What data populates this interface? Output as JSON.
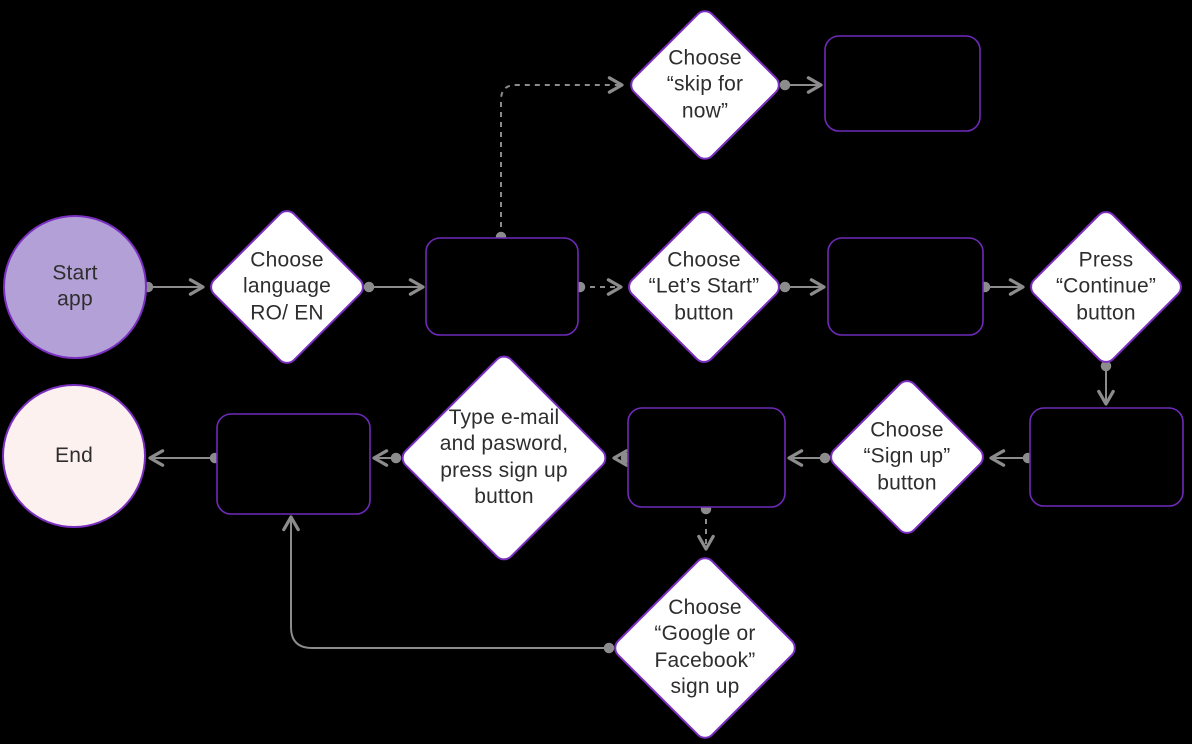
{
  "diagram": {
    "title": "App onboarding sign-up flowchart",
    "colors": {
      "background": "#000000",
      "start_fill": "#b2a0d6",
      "end_fill": "#fdf1f0",
      "decision_fill": "#ffffff",
      "shape_stroke": "#7a2fc0",
      "rect_stroke": "#6e2ab8",
      "arrow": "#8c8c8c",
      "text": "#2e2e2e"
    },
    "nodes": {
      "start": {
        "type": "circle",
        "label": "Start\napp"
      },
      "end": {
        "type": "circle",
        "label": "End"
      },
      "chooseLanguage": {
        "type": "decision",
        "label": "Choose\nlanguage\nRO/ EN"
      },
      "skipForNow": {
        "type": "decision",
        "label": "Choose\n“skip for\nnow”"
      },
      "letsStart": {
        "type": "decision",
        "label": "Choose\n“Let’s Start”\nbutton"
      },
      "pressContinue": {
        "type": "decision",
        "label": "Press\n“Continue”\nbutton"
      },
      "signUp": {
        "type": "decision",
        "label": "Choose\n“Sign up”\nbutton"
      },
      "typeEmail": {
        "type": "decision",
        "label": "Type e-mail\nand pasword,\npress sign up\nbutton"
      },
      "googleFacebook": {
        "type": "decision",
        "label": "Choose\n“Google or\nFacebook”\nsign up"
      },
      "screenSkip": {
        "type": "screen",
        "label": ""
      },
      "screenMain": {
        "type": "screen",
        "label": ""
      },
      "screenStart": {
        "type": "screen",
        "label": ""
      },
      "screenContinue": {
        "type": "screen",
        "label": ""
      },
      "screenSignUp": {
        "type": "screen",
        "label": ""
      },
      "screenFinal": {
        "type": "screen",
        "label": ""
      }
    },
    "edges": [
      {
        "from": "start",
        "to": "chooseLanguage",
        "style": "solid"
      },
      {
        "from": "chooseLanguage",
        "to": "screenMain",
        "style": "solid"
      },
      {
        "from": "screenMain",
        "to": "skipForNow",
        "style": "dashed"
      },
      {
        "from": "skipForNow",
        "to": "screenSkip",
        "style": "solid"
      },
      {
        "from": "screenMain",
        "to": "letsStart",
        "style": "dashed"
      },
      {
        "from": "letsStart",
        "to": "screenStart",
        "style": "solid"
      },
      {
        "from": "screenStart",
        "to": "pressContinue",
        "style": "solid"
      },
      {
        "from": "pressContinue",
        "to": "screenContinue",
        "style": "solid"
      },
      {
        "from": "screenContinue",
        "to": "signUp",
        "style": "solid"
      },
      {
        "from": "signUp",
        "to": "screenSignUp",
        "style": "solid"
      },
      {
        "from": "screenSignUp",
        "to": "typeEmail",
        "style": "dashed"
      },
      {
        "from": "typeEmail",
        "to": "screenFinal",
        "style": "solid"
      },
      {
        "from": "screenFinal",
        "to": "end",
        "style": "solid"
      },
      {
        "from": "screenSignUp",
        "to": "googleFacebook",
        "style": "dashed"
      },
      {
        "from": "googleFacebook",
        "to": "screenFinal",
        "style": "solid"
      }
    ]
  }
}
